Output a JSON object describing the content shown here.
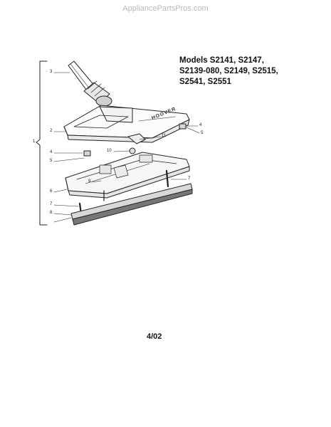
{
  "watermark": "AppliancePartsPros.com",
  "models": {
    "line1": "Models S2141, S2147,",
    "line2": "S2139-080, S2149, S2515,",
    "line3": "S2541, S2551"
  },
  "date_code": "4/02",
  "brand_text": "HOOVER",
  "callouts": {
    "c1": "1",
    "c2": "2",
    "c3": "3",
    "c4a": "4",
    "c4b": "4",
    "c5a": "5",
    "c5b": "5",
    "c6": "6",
    "c7a": "7",
    "c7b": "7",
    "c8": "8",
    "c9": "9",
    "c10": "10",
    "c11": "11"
  }
}
